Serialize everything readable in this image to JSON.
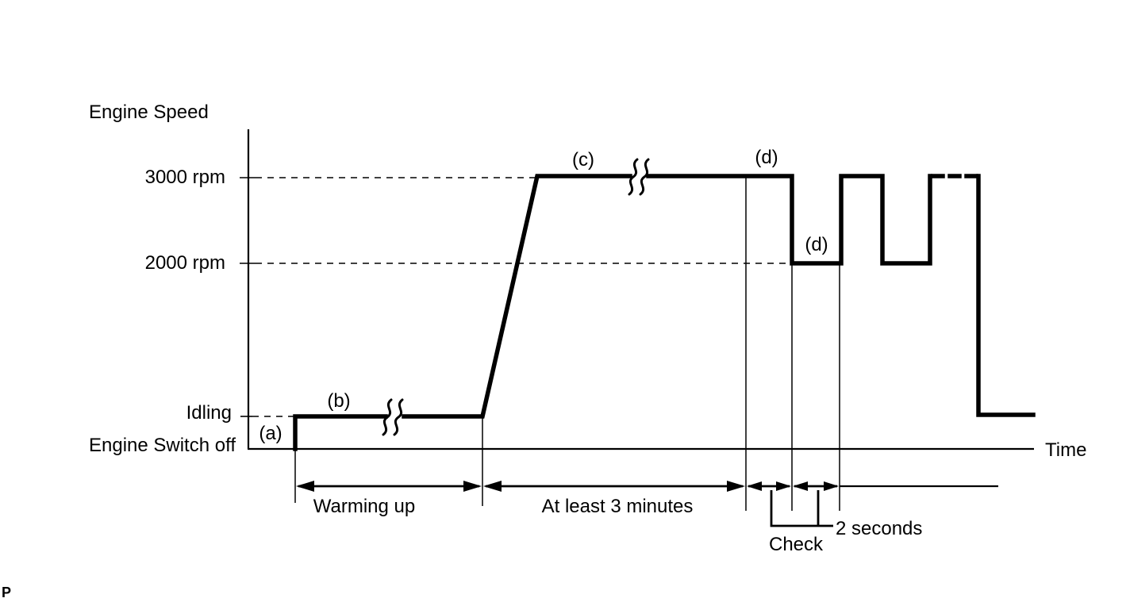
{
  "colors": {
    "ink": "#000000",
    "background": "#ffffff"
  },
  "y_axis": {
    "title": "Engine Speed",
    "tick_3000": "3000 rpm",
    "tick_2000": "2000 rpm",
    "tick_idling": "Idling",
    "tick_switch_off": "Engine Switch off"
  },
  "x_axis": {
    "title": "Time"
  },
  "callouts": {
    "a": "(a)",
    "b": "(b)",
    "c": "(c)",
    "d_high": "(d)",
    "d_low": "(d)"
  },
  "dimensions": {
    "warming_up": "Warming up",
    "at_least_3_minutes": "At least 3 minutes",
    "two_seconds": "2 seconds",
    "check": "Check"
  },
  "footer": {
    "page_mark": "P"
  },
  "chart_data": {
    "type": "line",
    "xlabel": "Time",
    "ylabel": "Engine Speed",
    "y_levels": [
      "Engine Switch off",
      "Idling",
      "2000 rpm",
      "3000 rpm"
    ],
    "sequence": [
      {
        "phase": "(a)",
        "engine_speed": "Idling",
        "note": "engine started from Engine Switch off"
      },
      {
        "phase": "(b)",
        "engine_speed": "Idling",
        "duration": "Warming up"
      },
      {
        "phase": "(c)",
        "engine_speed": "3000 rpm",
        "duration": "At least 3 minutes"
      },
      {
        "phase": "(d)",
        "engine_speed": "alternate 3000 rpm and 2000 rpm",
        "duration": "2 seconds per step",
        "note": "Check"
      },
      {
        "phase": "end",
        "engine_speed": "Idling"
      }
    ]
  }
}
